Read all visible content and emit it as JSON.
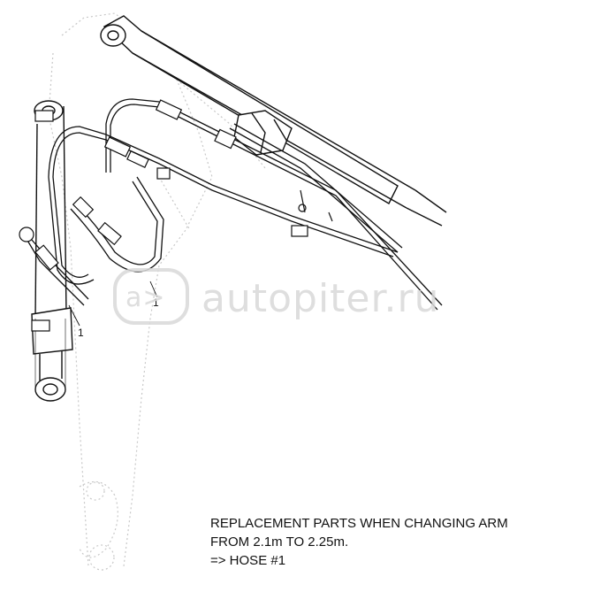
{
  "diagram": {
    "callouts": [
      {
        "label": "1"
      },
      {
        "label": "1"
      }
    ]
  },
  "watermark": {
    "text": "autopiter.ru",
    "logo_glyph": "a>"
  },
  "caption": {
    "line1": "REPLACEMENT PARTS WHEN CHANGING ARM",
    "line2": "FROM 2.1m TO 2.25m.",
    "line3": "=> HOSE #1"
  }
}
